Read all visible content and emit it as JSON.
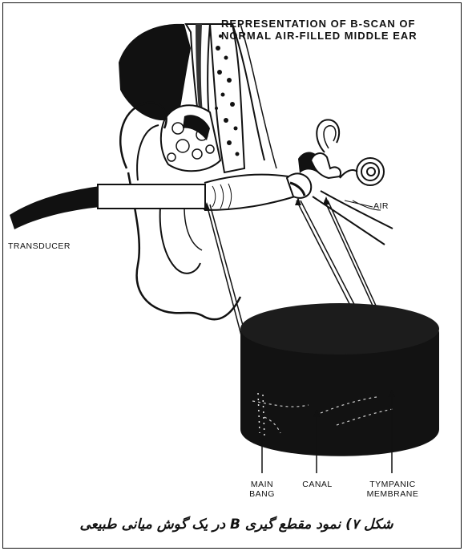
{
  "title": {
    "line1": "REPRESENTATION OF B-SCAN OF",
    "line2": "NORMAL AIR-FILLED MIDDLE EAR"
  },
  "labels": {
    "transducer": "TRANSDUCER",
    "air": "AIR",
    "main_bang_1": "MAIN",
    "main_bang_2": "BANG",
    "canal": "CANAL",
    "tympanic_1": "TYMPANIC",
    "tympanic_2": "MEMBRANE"
  },
  "caption": "شکل ۷) نمود مقطع گیری B در یک گوش میانی طبیعی"
}
